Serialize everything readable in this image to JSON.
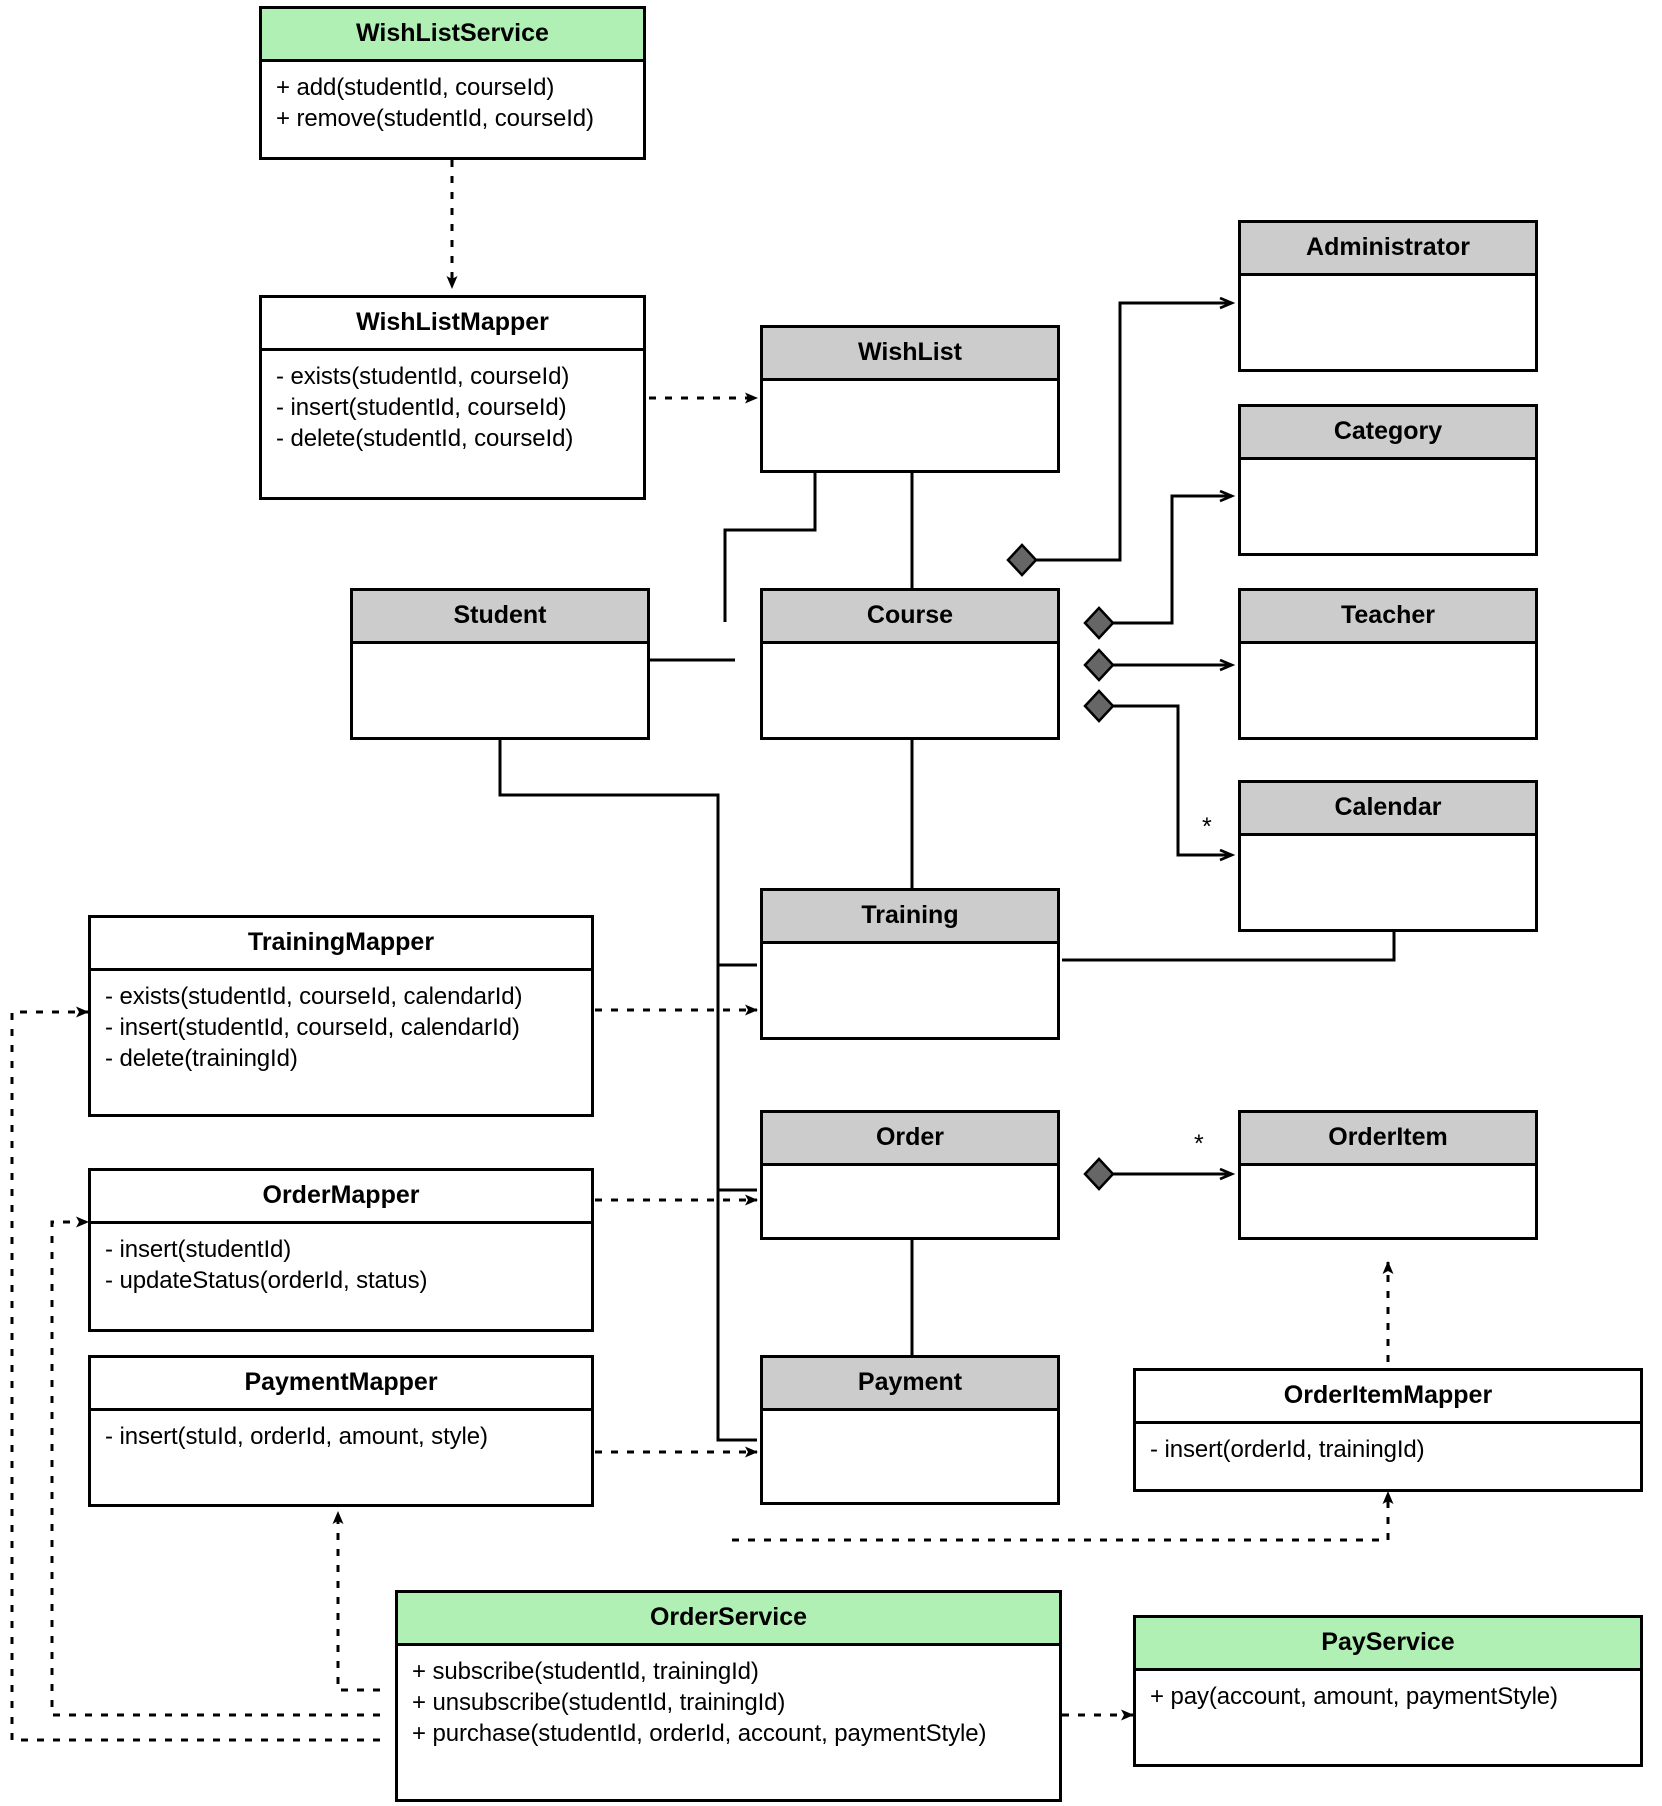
{
  "diagram": {
    "type": "uml-class-diagram",
    "colors": {
      "entity_header": "#cccccc",
      "service_header": "#b0f0b4",
      "mapper_header": "#ffffff",
      "line": "#000000",
      "background": "#ffffff"
    }
  },
  "classes": {
    "wishlistservice": {
      "name": "WishListService",
      "stereotype": "service",
      "members": [
        "+ add(studentId, courseId)",
        "+ remove(studentId, courseId)"
      ]
    },
    "wishlistmapper": {
      "name": "WishListMapper",
      "stereotype": "mapper",
      "members": [
        "- exists(studentId, courseId)",
        "- insert(studentId, courseId)",
        "- delete(studentId, courseId)"
      ]
    },
    "wishlist": {
      "name": "WishList",
      "stereotype": "entity",
      "members": []
    },
    "administrator": {
      "name": "Administrator",
      "stereotype": "entity",
      "members": []
    },
    "category": {
      "name": "Category",
      "stereotype": "entity",
      "members": []
    },
    "teacher": {
      "name": "Teacher",
      "stereotype": "entity",
      "members": []
    },
    "calendar": {
      "name": "Calendar",
      "stereotype": "entity",
      "members": []
    },
    "student": {
      "name": "Student",
      "stereotype": "entity",
      "members": []
    },
    "course": {
      "name": "Course",
      "stereotype": "entity",
      "members": []
    },
    "training": {
      "name": "Training",
      "stereotype": "entity",
      "members": []
    },
    "order": {
      "name": "Order",
      "stereotype": "entity",
      "members": []
    },
    "orderitem": {
      "name": "OrderItem",
      "stereotype": "entity",
      "members": []
    },
    "payment": {
      "name": "Payment",
      "stereotype": "entity",
      "members": []
    },
    "trainingmapper": {
      "name": "TrainingMapper",
      "stereotype": "mapper",
      "members": [
        "- exists(studentId, courseId, calendarId)",
        "- insert(studentId, courseId, calendarId)",
        "- delete(trainingId)"
      ]
    },
    "ordermapper": {
      "name": "OrderMapper",
      "stereotype": "mapper",
      "members": [
        "- insert(studentId)",
        "- updateStatus(orderId, status)"
      ]
    },
    "paymentmapper": {
      "name": "PaymentMapper",
      "stereotype": "mapper",
      "members": [
        "- insert(stuId, orderId, amount, style)"
      ]
    },
    "orderitemmapper": {
      "name": "OrderItemMapper",
      "stereotype": "mapper",
      "members": [
        "- insert(orderId, trainingId)"
      ]
    },
    "orderservice": {
      "name": "OrderService",
      "stereotype": "service",
      "members": [
        "+ subscribe(studentId, trainingId)",
        "+ unsubscribe(studentId, trainingId)",
        "+ purchase(studentId, orderId, account, paymentStyle)"
      ]
    },
    "payservice": {
      "name": "PayService",
      "stereotype": "service",
      "members": [
        "+ pay(account, amount, paymentStyle)"
      ]
    }
  },
  "multiplicities": {
    "course_calendar": "*",
    "order_orderitem": "*"
  }
}
